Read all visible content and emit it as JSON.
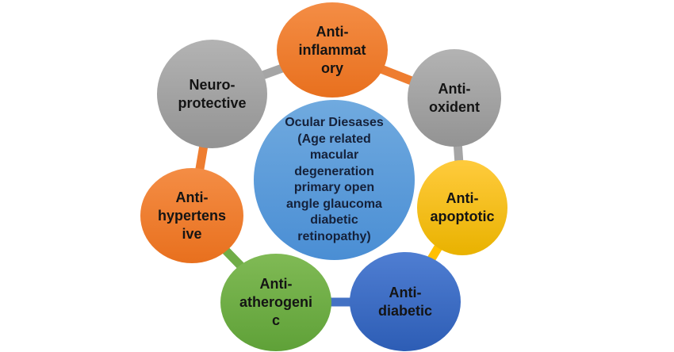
{
  "center": {
    "label": "Ocular Diesases\n(Age related\nmacular\ndegeneration\nprimary open\nangle glaucoma\ndiabetic\nretinopathy)"
  },
  "nodes": [
    {
      "label": "Anti-\ninflammat\nory",
      "color": "#EE7D30"
    },
    {
      "label": "Anti-\noxident",
      "color": "#A5A5A5"
    },
    {
      "label": "Anti-\napoptotic",
      "color": "#FFC000"
    },
    {
      "label": "Anti-\ndiabetic",
      "color": "#4472C4"
    },
    {
      "label": "Anti-\natherogeni\nc",
      "color": "#70AD47"
    },
    {
      "label": "Anti-\nhypertens\nive",
      "color": "#EE7D30"
    },
    {
      "label": "Neuro-\nprotective",
      "color": "#A5A5A5"
    }
  ]
}
